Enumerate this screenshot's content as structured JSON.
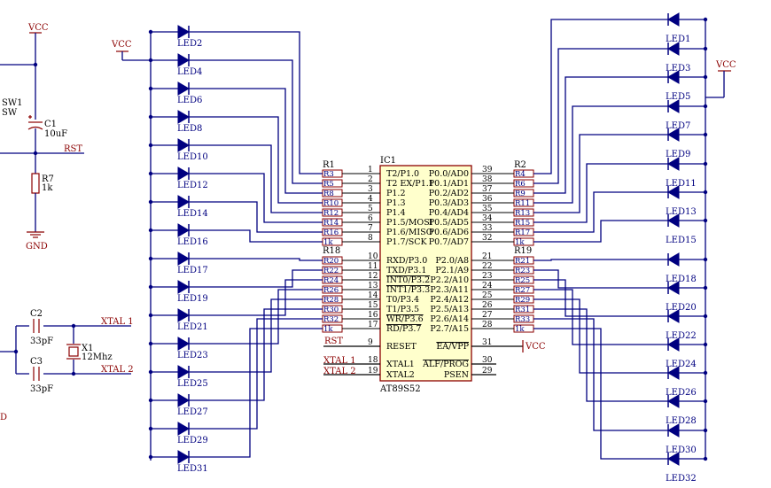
{
  "colors": {
    "wire": "#000080",
    "symbol": "#8b0000",
    "text": "#000000",
    "junction": "#000080"
  },
  "power": {
    "vcc": "VCC",
    "gnd": "GND"
  },
  "left_circuit": {
    "sw": "SW1",
    "sw_type": "SW",
    "c1": "C1",
    "c1_val": "10uF",
    "rst": "RST",
    "r7": "R7",
    "r7_val": "1k",
    "c2": "C2",
    "c2_val": "33pF",
    "c3": "C3",
    "c3_val": "33pF",
    "x1": "X1",
    "x1_val": "12Mhz",
    "xtal1": "XTAL 1",
    "xtal2": "XTAL 2",
    "edge_d": "D"
  },
  "ic": {
    "ref": "IC1",
    "part": "AT89S52",
    "left_pins": [
      {
        "num": "1",
        "name": "T2/P1.0"
      },
      {
        "num": "2",
        "name": "T2 EX/P1.1"
      },
      {
        "num": "3",
        "name": "P1.2"
      },
      {
        "num": "4",
        "name": "P1.3"
      },
      {
        "num": "5",
        "name": "P1.4"
      },
      {
        "num": "6",
        "name": "P1.5/MOSI"
      },
      {
        "num": "7",
        "name": "P1.6/MISO"
      },
      {
        "num": "8",
        "name": "P1.7/SCK"
      },
      {
        "num": "10",
        "name": "RXD/P3.0"
      },
      {
        "num": "11",
        "name": "TXD/P3.1"
      },
      {
        "num": "12",
        "name": "INT0/P3.2"
      },
      {
        "num": "13",
        "name": "INT1/P3.3"
      },
      {
        "num": "14",
        "name": "T0/P3.4"
      },
      {
        "num": "15",
        "name": "T1/P3.5"
      },
      {
        "num": "16",
        "name": "WR/P3.6"
      },
      {
        "num": "17",
        "name": "RD/P3.7"
      },
      {
        "num": "9",
        "name": "RESET"
      },
      {
        "num": "18",
        "name": "XTAL1"
      },
      {
        "num": "19",
        "name": "XTAL2"
      }
    ],
    "right_pins": [
      {
        "num": "39",
        "name": "P0.0/AD0"
      },
      {
        "num": "38",
        "name": "P0.1/AD1"
      },
      {
        "num": "37",
        "name": "P0.2/AD2"
      },
      {
        "num": "36",
        "name": "P0.3/AD3"
      },
      {
        "num": "35",
        "name": "P0.4/AD4"
      },
      {
        "num": "34",
        "name": "P0.5/AD5"
      },
      {
        "num": "33",
        "name": "P0.6/AD6"
      },
      {
        "num": "32",
        "name": "P0.7/AD7"
      },
      {
        "num": "21",
        "name": "P2.0/A8"
      },
      {
        "num": "22",
        "name": "P2.1/A9"
      },
      {
        "num": "23",
        "name": "P2.2/A10"
      },
      {
        "num": "24",
        "name": "P2.3/A11"
      },
      {
        "num": "25",
        "name": "P2.4/A12"
      },
      {
        "num": "26",
        "name": "P2.5/A13"
      },
      {
        "num": "27",
        "name": "P2.6/A14"
      },
      {
        "num": "28",
        "name": "P2.7/A15"
      },
      {
        "num": "31",
        "name": "EA/VPP"
      },
      {
        "num": "30",
        "name": "ALF/PROG"
      },
      {
        "num": "29",
        "name": "PSEN"
      }
    ],
    "reset_net": "RST",
    "xtal1_net": "XTAL 1",
    "xtal2_net": "XTAL 2",
    "ea_net": "VCC"
  },
  "r1": {
    "ref": "R1",
    "top_labels": [
      "R3",
      "R5",
      "R8",
      "R10",
      "R12",
      "R14",
      "R16",
      "1k"
    ],
    "bottom_ref": "R18",
    "bottom_labels": [
      "R20",
      "R22",
      "R24",
      "R26",
      "R28",
      "R30",
      "R32",
      "1k"
    ]
  },
  "r2": {
    "ref": "R2",
    "top_labels": [
      "R4",
      "R6",
      "R9",
      "R11",
      "R13",
      "R15",
      "R17",
      "1k"
    ],
    "bottom_ref": "R19",
    "bottom_labels": [
      "R21",
      "R23",
      "R25",
      "R27",
      "R29",
      "R31",
      "R33",
      "1k"
    ]
  },
  "leds_left": [
    "LED2",
    "LED4",
    "LED6",
    "LED8",
    "LED10",
    "LED12",
    "LED14",
    "LED16",
    "LED17",
    "LED19",
    "LED21",
    "LED23",
    "LED25",
    "LED27",
    "LED29",
    "LED31"
  ],
  "leds_right": [
    "LED1",
    "LED3",
    "LED5",
    "LED7",
    "LED9",
    "LED11",
    "LED13",
    "LED15",
    "LED18",
    "LED20",
    "LED22",
    "LED24",
    "LED26",
    "LED28",
    "LED30",
    "LED32"
  ]
}
